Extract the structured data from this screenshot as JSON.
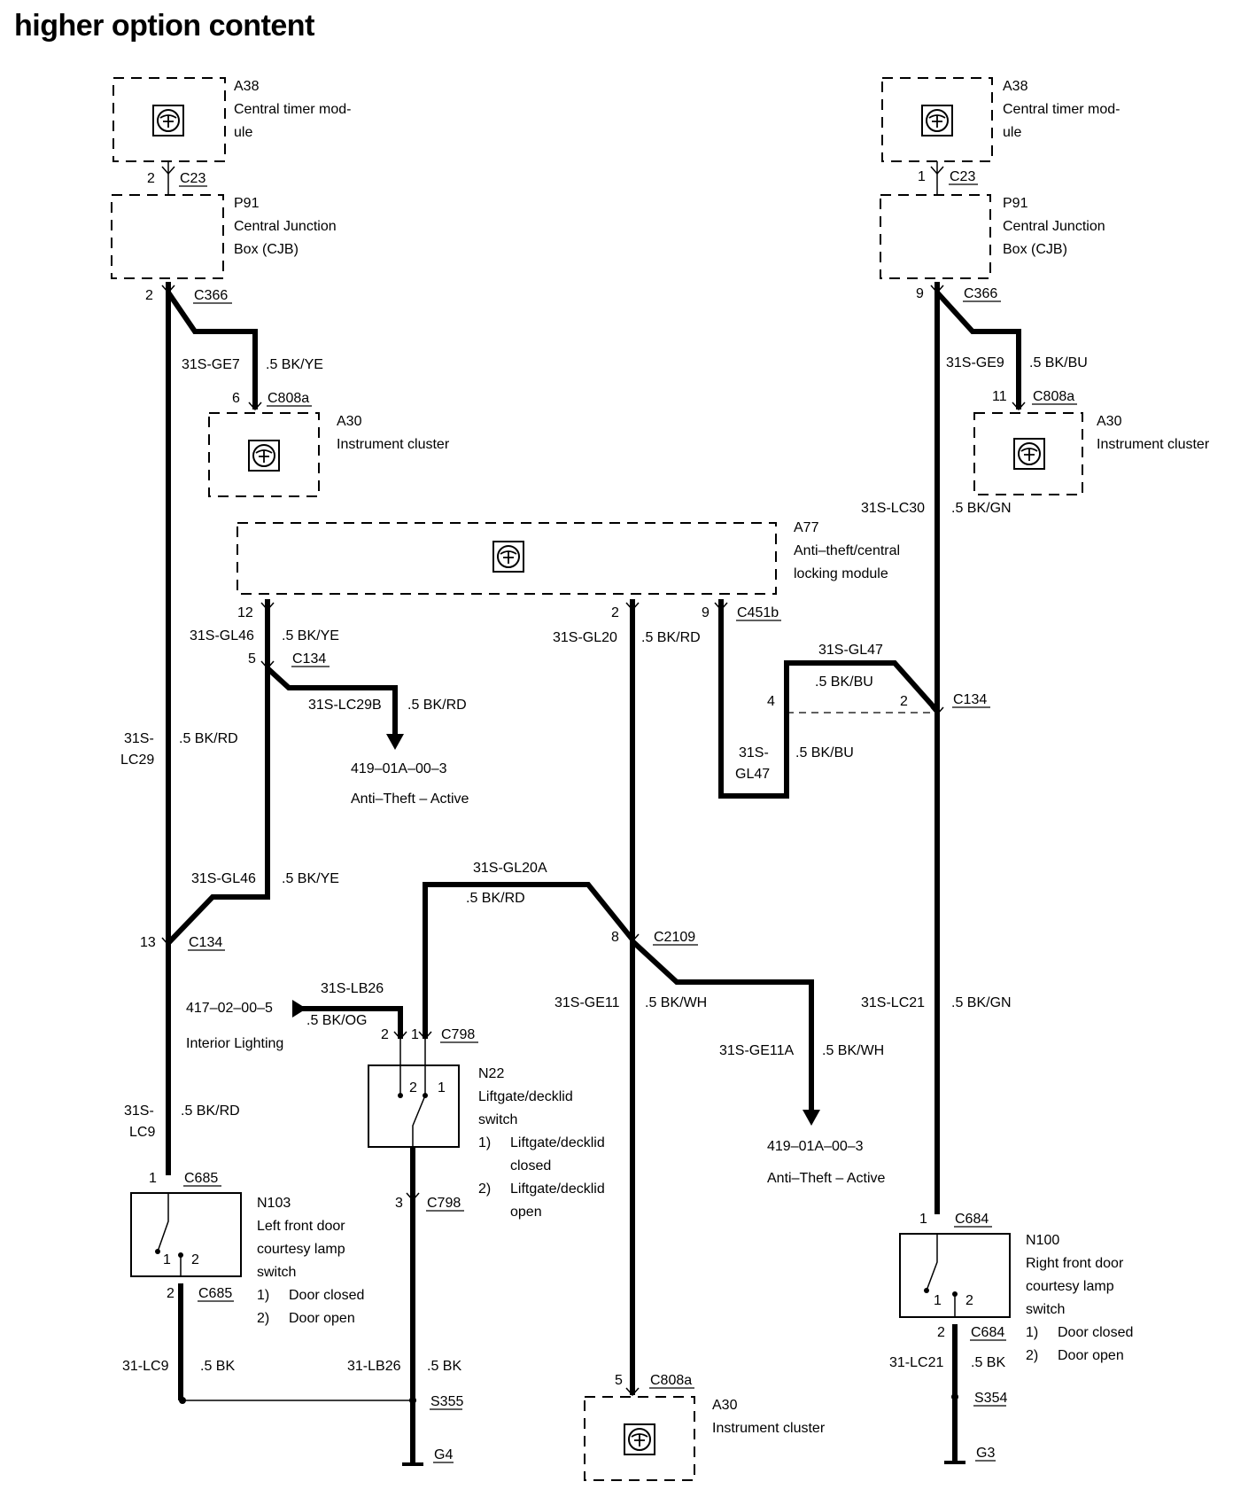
{
  "title": "higher option content",
  "left_circuit": {
    "timer_module": {
      "id": "A38",
      "name_line1": "Central timer mod-",
      "name_line2": "ule",
      "pin": "2",
      "connector": "C23"
    },
    "cjb": {
      "id": "P91",
      "name_line1": "Central Junction",
      "name_line2": "Box (CJB)",
      "pin": "2",
      "connector": "C366"
    },
    "cluster_wire": {
      "circuit": "31S-GE7",
      "gauge_color": ".5 BK/YE"
    },
    "cluster": {
      "id": "A30",
      "name": "Instrument cluster",
      "pin": "6",
      "connector": "C808a"
    },
    "main_wire": {
      "circuit_line1": "31S-",
      "circuit_line2": "LC29",
      "gauge_color": ".5 BK/RD"
    },
    "junction": {
      "pin": "13",
      "connector": "C134"
    },
    "lower_wire": {
      "circuit_line1": "31S-",
      "circuit_line2": "LC9",
      "gauge_color": ".5 BK/RD"
    },
    "switch": {
      "id": "N103",
      "line1": "Left front door",
      "line2": "courtesy lamp",
      "line3": "switch",
      "pin_in": "1",
      "pin_out": "2",
      "connector": "C685",
      "contact1": "1",
      "contact2": "2",
      "opt1_num": "1)",
      "opt1": "Door closed",
      "opt2_num": "2)",
      "opt2": "Door open"
    },
    "ground_wire": {
      "circuit": "31-LC9",
      "gauge_color": ".5 BK"
    }
  },
  "module_a77": {
    "id": "A77",
    "name_line1": "Anti–theft/central",
    "name_line2": "locking module",
    "pin12": "12",
    "pin2": "2",
    "pin9": "9",
    "connector": "C451b"
  },
  "gl46": {
    "circuit": "31S-GL46",
    "gauge_color": ".5 BK/YE",
    "pin": "5",
    "connector": "C134",
    "branch_circuit": "31S-LC29B",
    "branch_gauge": ".5 BK/RD",
    "ref1": "419–01A–00–3",
    "ref1_name": "Anti–Theft – Active",
    "lower_circuit": "31S-GL46",
    "lower_gauge": ".5 BK/YE"
  },
  "gl20": {
    "circuit": "31S-GL20",
    "gauge_color": ".5 BK/RD",
    "splice_pin": "8",
    "splice_connector": "C2109",
    "branch_circuit": "31S-GL20A",
    "branch_gauge": ".5 BK/RD",
    "down_circuit": "31S-GE11",
    "down_gauge": ".5 BK/WH",
    "right_circuit": "31S-GE11A",
    "right_gauge": ".5 BK/WH",
    "ref2": "419–01A–00–3",
    "ref2_name": "Anti–Theft – Active",
    "cluster": {
      "id": "A30",
      "name": "Instrument cluster",
      "pin": "5",
      "connector": "C808a"
    }
  },
  "gl47": {
    "circuit_top": "31S-GL47",
    "gauge_top": ".5 BK/BU",
    "circuit_line1": "31S-",
    "circuit_line2": "GL47",
    "gauge": ".5 BK/BU",
    "pin4": "4",
    "pin2": "2",
    "connector": "C134"
  },
  "liftgate": {
    "lb26_circuit": "31S-LB26",
    "lb26_gauge": ".5 BK/OG",
    "ref": "417–02–00–5",
    "ref_name": "Interior Lighting",
    "pin2": "2",
    "pin1": "1",
    "connector": "C798",
    "switch": {
      "id": "N22",
      "line1": "Liftgate/decklid",
      "line2": "switch",
      "contact2": "2",
      "contact1": "1",
      "opt1_num": "1)",
      "opt1_line1": "Liftgate/decklid",
      "opt1_line2": "closed",
      "opt2_num": "2)",
      "opt2_line1": "Liftgate/decklid",
      "opt2_line2": "open"
    },
    "out_pin": "3",
    "out_connector": "C798",
    "ground_circuit": "31-LB26",
    "ground_gauge": ".5 BK",
    "splice": "S355",
    "ground": "G4"
  },
  "right_circuit": {
    "timer_module": {
      "id": "A38",
      "name_line1": "Central timer mod-",
      "name_line2": "ule",
      "pin": "1",
      "connector": "C23"
    },
    "cjb": {
      "id": "P91",
      "name_line1": "Central Junction",
      "name_line2": "Box (CJB)",
      "pin": "9",
      "connector": "C366"
    },
    "cluster_wire": {
      "circuit": "31S-GE9",
      "gauge_color": ".5 BK/BU"
    },
    "cluster": {
      "id": "A30",
      "name": "Instrument cluster",
      "pin": "11",
      "connector": "C808a"
    },
    "main_wire": {
      "circuit": "31S-LC30",
      "gauge_color": ".5 BK/GN"
    },
    "lower_wire": {
      "circuit": "31S-LC21",
      "gauge_color": ".5 BK/GN"
    },
    "switch": {
      "id": "N100",
      "line1": "Right front door",
      "line2": "courtesy lamp",
      "line3": "switch",
      "pin_in": "1",
      "pin_out": "2",
      "connector": "C684",
      "contact1": "1",
      "contact2": "2",
      "opt1_num": "1)",
      "opt1": "Door closed",
      "opt2_num": "2)",
      "opt2": "Door open"
    },
    "ground_wire": {
      "circuit": "31-LC21",
      "gauge_color": ".5 BK"
    },
    "splice": "S354",
    "ground": "G3"
  }
}
